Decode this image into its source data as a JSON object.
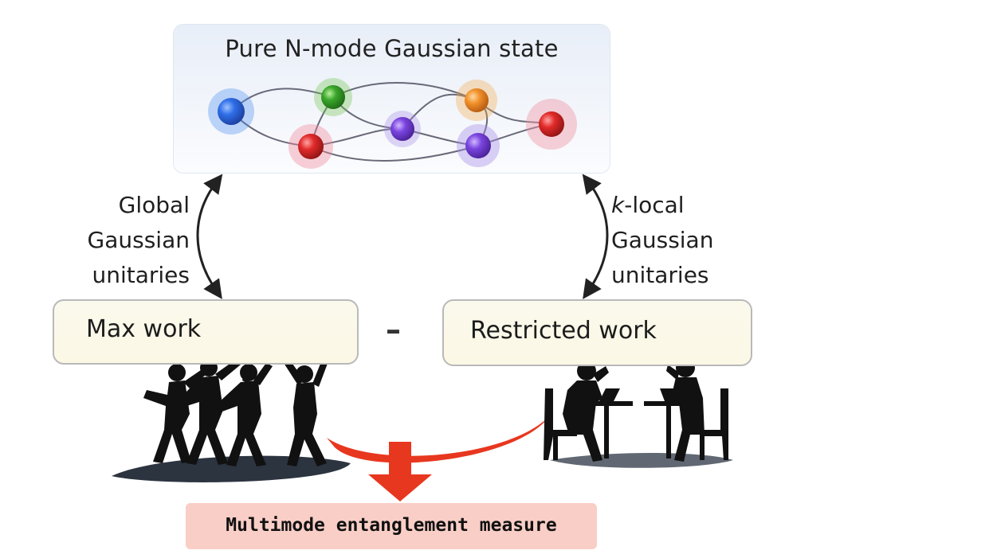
{
  "top": {
    "title": "Pure N-mode Gaussian state"
  },
  "left_label": {
    "line1": "Global",
    "line2": "Gaussian",
    "line3": "unitaries"
  },
  "right_label": {
    "k": "k",
    "line1_rest": "-local",
    "line2": "Gaussian",
    "line3": "unitaries"
  },
  "max_work": {
    "label": "Max work",
    "battery_color": "#52b435"
  },
  "restricted_work": {
    "label": "Restricted work",
    "battery_color": "#f0892c"
  },
  "operator": {
    "minus": "–"
  },
  "measure": {
    "label": "Multimode entanglement measure"
  },
  "colors": {
    "mode_blue": "#2f6ee8",
    "mode_green": "#3aa62b",
    "mode_orange": "#f2922b",
    "mode_red": "#e22a2a",
    "mode_purple": "#7a45e0",
    "arrow_red": "#e8371f"
  }
}
